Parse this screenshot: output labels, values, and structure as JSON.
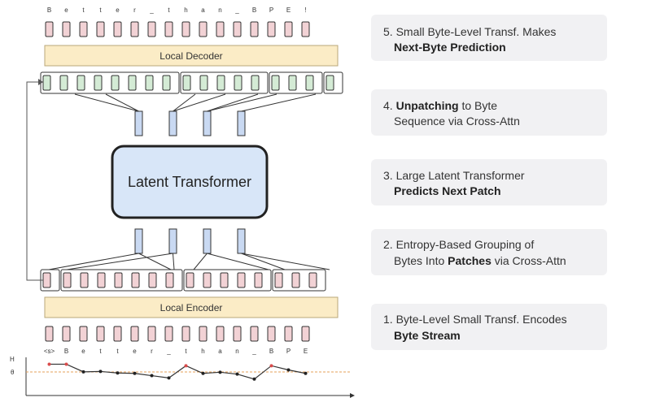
{
  "diagram": {
    "top_bytes": [
      "B",
      "e",
      "t",
      "t",
      "e",
      "r",
      "_",
      "t",
      "h",
      "a",
      "n",
      "_",
      "B",
      "P",
      "E",
      "!"
    ],
    "bottom_bytes": [
      "<s>",
      "B",
      "e",
      "t",
      "t",
      "e",
      "r",
      "_",
      "t",
      "h",
      "a",
      "n",
      "_",
      "B",
      "P",
      "E"
    ],
    "local_decoder_label": "Local Decoder",
    "local_encoder_label": "Local Encoder",
    "latent_transformer_label": "Latent Transformer",
    "axis_h_label": "H",
    "axis_theta_label": "θ"
  },
  "steps": [
    {
      "id": 5,
      "l1": "5. Small Byte-Level Transf. Makes",
      "l2_bold": "Next-Byte Prediction",
      "l2_rest": ""
    },
    {
      "id": 4,
      "l1_pre": "4. ",
      "l1_bold": "Unpatching",
      "l1_post": " to Byte",
      "l2": "Sequence via Cross-Attn"
    },
    {
      "id": 3,
      "l1": "3. Large Latent Transformer",
      "l2_bold": "Predicts Next Patch"
    },
    {
      "id": 2,
      "l1": "2. Entropy-Based Grouping of",
      "l2_pre": "Bytes Into ",
      "l2_bold": "Patches",
      "l2_post": " via Cross-Attn"
    },
    {
      "id": 1,
      "l1": "1. Byte-Level  Small Transf. Encodes",
      "l2_bold": "Byte Stream"
    }
  ],
  "entropy_values": [
    0.82,
    0.82,
    0.62,
    0.63,
    0.59,
    0.58,
    0.52,
    0.46,
    0.78,
    0.58,
    0.61,
    0.56,
    0.43,
    0.78,
    0.67,
    0.58
  ],
  "entropy_threshold": 0.7,
  "colors": {
    "byte_pink": "#f2d2d5",
    "byte_green": "#d4ebd5",
    "patch_blue": "#c9d9f2",
    "latent_fill": "#d8e6f8",
    "local_module": "#fbecc6",
    "card_bg": "#f1f1f3",
    "threshold": "#e6a05a",
    "spike": "#d94b4b"
  }
}
